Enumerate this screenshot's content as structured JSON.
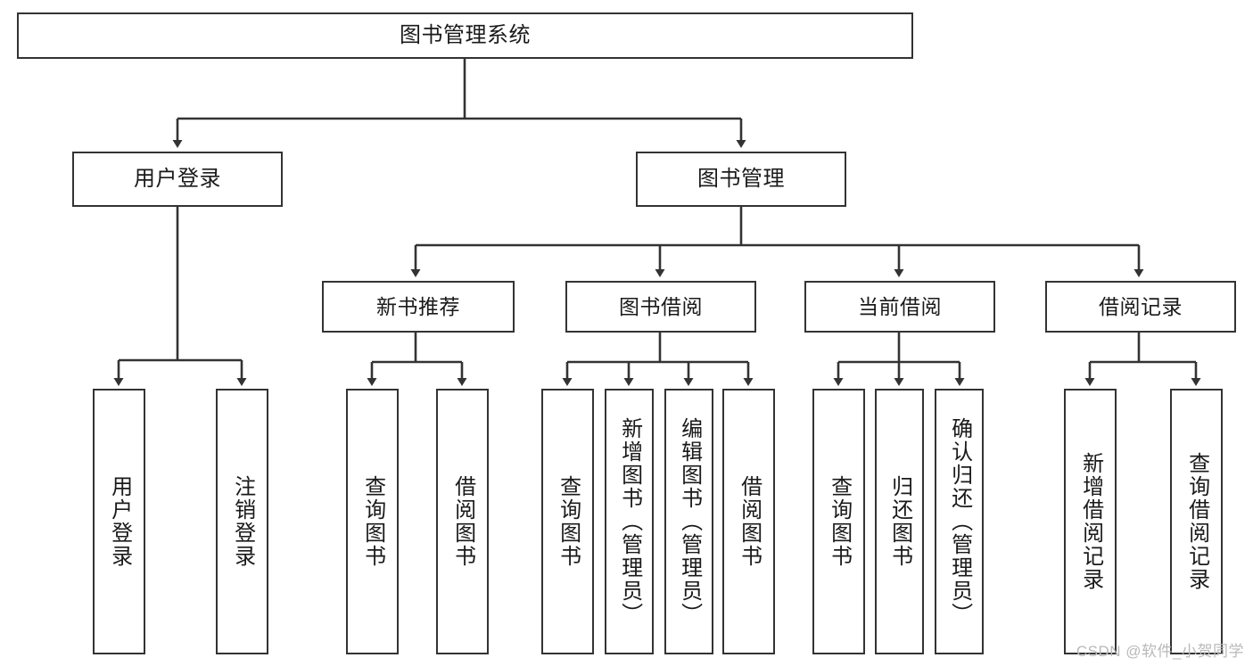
{
  "diagram": {
    "title": "图书管理系统",
    "type": "tree-hierarchy",
    "root": {
      "label": "图书管理系统"
    },
    "level2": [
      {
        "label": "用户登录"
      },
      {
        "label": "图书管理"
      }
    ],
    "level3": [
      {
        "label": "新书推荐"
      },
      {
        "label": "图书借阅"
      },
      {
        "label": "当前借阅"
      },
      {
        "label": "借阅记录"
      }
    ],
    "leaves": {
      "user_login": [
        {
          "label": "用户登录"
        },
        {
          "label": "注销登录"
        }
      ],
      "new_book_recommend": [
        {
          "label": "查询图书"
        },
        {
          "label": "借阅图书"
        }
      ],
      "book_borrow": [
        {
          "label": "查询图书"
        },
        {
          "label": "新增图书（管理员）"
        },
        {
          "label": "编辑图书（管理员）"
        },
        {
          "label": "借阅图书"
        }
      ],
      "current_borrow": [
        {
          "label": "查询图书"
        },
        {
          "label": "归还图书"
        },
        {
          "label": "确认归还（管理员）"
        }
      ],
      "borrow_record": [
        {
          "label": "新增借阅记录"
        },
        {
          "label": "查询借阅记录"
        }
      ]
    }
  },
  "watermark": {
    "text": "CSDN @软件_小贺同学"
  },
  "colors": {
    "stroke": "#333333",
    "background": "#ffffff",
    "text": "#1a1a1a",
    "watermark": "#b9b9b9"
  }
}
